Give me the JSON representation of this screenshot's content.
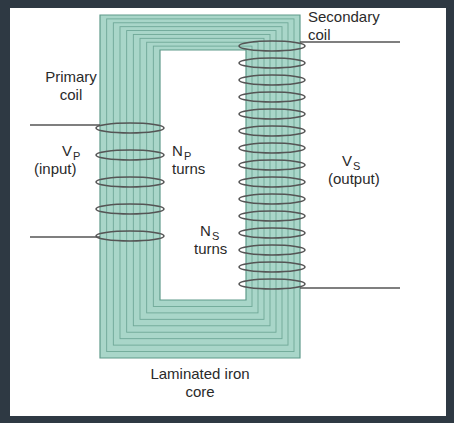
{
  "diagram": {
    "labels": [
      "Secondary coil",
      "Primary coil",
      "V",
      "P",
      "(input)",
      "N",
      "P",
      "turns",
      "V",
      "S",
      "(output)",
      "N",
      "S",
      "turns",
      "Laminated iron core"
    ]
  }
}
